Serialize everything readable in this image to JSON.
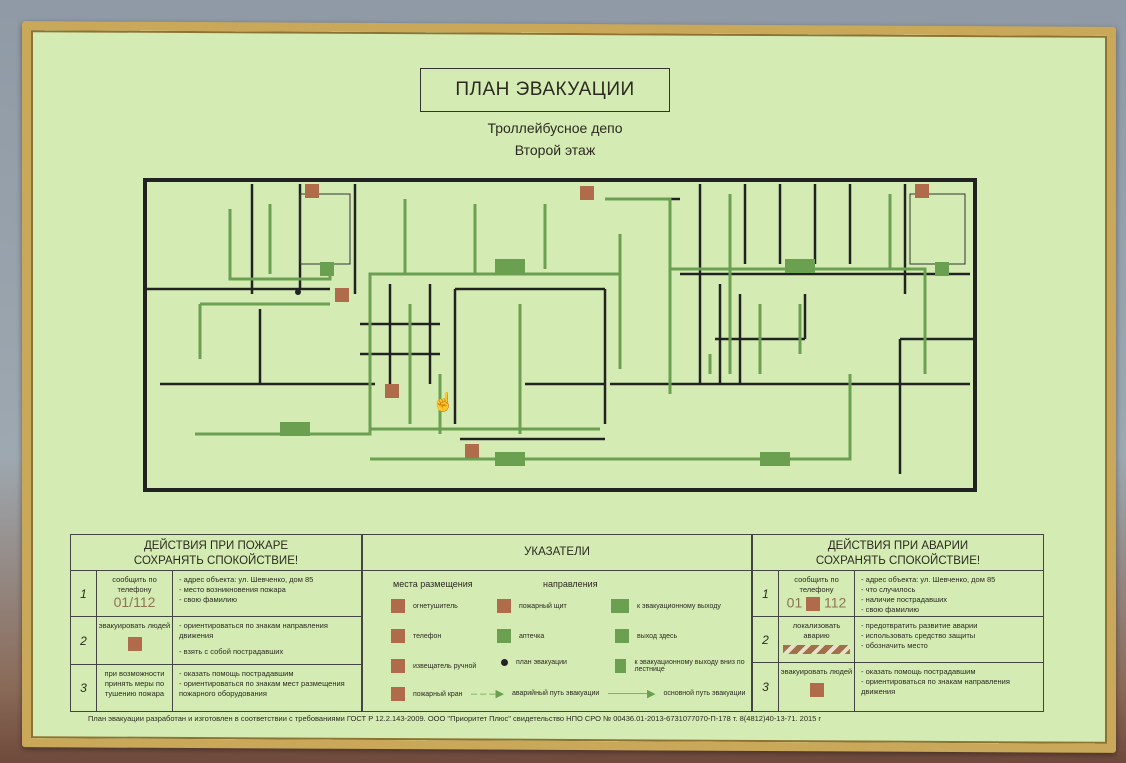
{
  "title": "ПЛАН ЭВАКУАЦИИ",
  "subtitle": "Троллейбусное депо",
  "floor": "Второй этаж",
  "fire": {
    "heading1": "ДЕЙСТВИЯ ПРИ ПОЖАРЕ",
    "heading2": "СОХРАНЯТЬ СПОКОЙСТВИЕ!",
    "rows": [
      {
        "num": "1",
        "action": "сообщить по телефону",
        "phone": "01/112",
        "items": [
          "- адрес объекта: ул. Шевченко, дом 85",
          "- место возникновения пожара",
          "- свою фамилию"
        ]
      },
      {
        "num": "2",
        "action": "эвакуировать людей",
        "items": [
          "- ориентироваться по знакам направления движения",
          "- взять с собой пострадавших"
        ]
      },
      {
        "num": "3",
        "action": "при возможности принять меры по тушению пожара",
        "items": [
          "- оказать помощь пострадавшим",
          "- ориентироваться по знакам мест размещения пожарного оборудования"
        ]
      }
    ]
  },
  "signs": {
    "heading": "УКАЗАТЕЛИ",
    "col1": "места размещения",
    "col2": "направления",
    "items": [
      "огнетушитель",
      "пожарный щит",
      "к эвакуационному выходу",
      "телефон",
      "аптечка",
      "выход здесь",
      "извещатель ручной",
      "план эвакуации",
      "к эвакуационному выходу вниз по лестнице",
      "пожарный кран",
      "аварийный путь эвакуации",
      "основной путь эвакуации"
    ]
  },
  "accident": {
    "heading1": "ДЕЙСТВИЯ ПРИ АВАРИИ",
    "heading2": "СОХРАНЯТЬ СПОКОЙСТВИЕ!",
    "rows": [
      {
        "num": "1",
        "action": "сообщить по телефону",
        "phone1": "01",
        "phone2": "112",
        "items": [
          "- адрес объекта: ул. Шевченко, дом 85",
          "- что случилось",
          "- наличие пострадавших",
          "- свою фамилию"
        ]
      },
      {
        "num": "2",
        "action": "локализовать аварию",
        "items": [
          "- предотвратить развитие аварии",
          "- использовать средство защиты",
          "- обозначить место"
        ]
      },
      {
        "num": "3",
        "action": "эвакуировать людей",
        "items": [
          "- оказать помощь пострадавшим",
          "- ориентироваться по знакам направления движения"
        ]
      }
    ]
  },
  "footer": "План эвакуации разработан и изготовлен в соответствии с требованиями  ГОСТ Р 12.2.143-2009. ООО \"Приоритет Плюс\" свидетельство  НПО СРО № 00436.01-2013-6731077070-П-178 т. 8(4812)40-13-71.  2015 г",
  "colors": {
    "sheet": "#d4ecb4",
    "frame": "#c9a85a",
    "path": "#6aa050",
    "sign": "#b06b4a"
  }
}
